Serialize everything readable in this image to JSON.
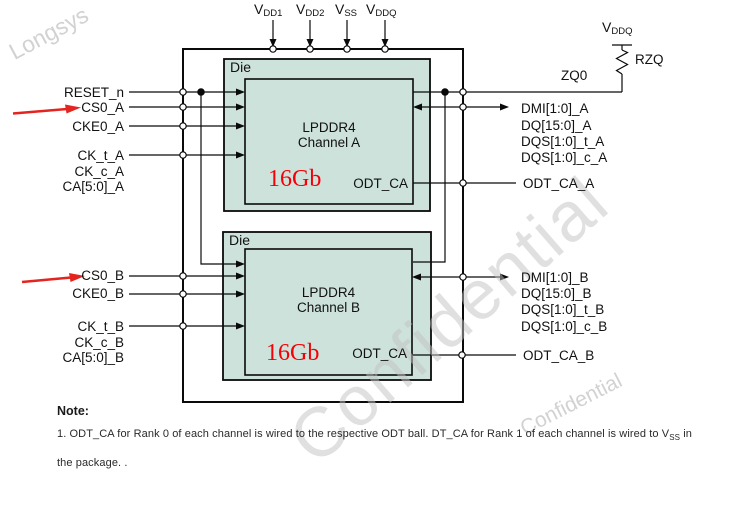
{
  "watermarks": {
    "brand": "Longsys",
    "confidential_large": "Confidential",
    "confidential_small": "Confidential"
  },
  "power_pins": [
    {
      "base": "V",
      "sub": "DD1"
    },
    {
      "base": "V",
      "sub": "DD2"
    },
    {
      "base": "V",
      "sub": "SS"
    },
    {
      "base": "V",
      "sub": "DDQ"
    }
  ],
  "zq_network": {
    "vddq": {
      "base": "V",
      "sub": "DDQ"
    },
    "resistor": "RZQ",
    "pin": "ZQ0"
  },
  "die_a": {
    "die_label": "Die",
    "chip_line1": "LPDDR4",
    "chip_line2": "Channel A",
    "capacity": "16Gb",
    "odt_pin": "ODT_CA"
  },
  "die_b": {
    "die_label": "Die",
    "chip_line1": "LPDDR4",
    "chip_line2": "Channel B",
    "capacity": "16Gb",
    "odt_pin": "ODT_CA"
  },
  "left_a": {
    "reset": "RESET_n",
    "cs": "CS0_A",
    "cke": "CKE0_A",
    "ck_t": "CK_t_A",
    "ck_c": "CK_c_A",
    "ca": "CA[5:0]_A"
  },
  "left_b": {
    "cs": "CS0_B",
    "cke": "CKE0_B",
    "ck_t": "CK_t_B",
    "ck_c": "CK_c_B",
    "ca": "CA[5:0]_B"
  },
  "right_a": {
    "dmi": "DMI[1:0]_A",
    "dq": "DQ[15:0]_A",
    "dqs_t": "DQS[1:0]_t_A",
    "dqs_c": "DQS[1:0]_c_A",
    "odt": "ODT_CA_A"
  },
  "right_b": {
    "dmi": "DMI[1:0]_B",
    "dq": "DQ[15:0]_B",
    "dqs_t": "DQS[1:0]_t_B",
    "dqs_c": "DQS[1:0]_c_B",
    "odt": "ODT_CA_B"
  },
  "note": {
    "title": "Note:",
    "line1_a": "1. ODT_CA for Rank 0 of each channel is wired to the respective ODT ball. DT_CA for Rank 1 of each channel is wired to V",
    "line1_sub": "SS",
    "line1_b": " in",
    "line2": "the package. ."
  },
  "colors": {
    "die_fill": "#cde2da",
    "line": "#0a0a0a",
    "red_accent": "#e4251f",
    "red_capacity": "#f50008",
    "watermark": "#c3c3c3"
  }
}
